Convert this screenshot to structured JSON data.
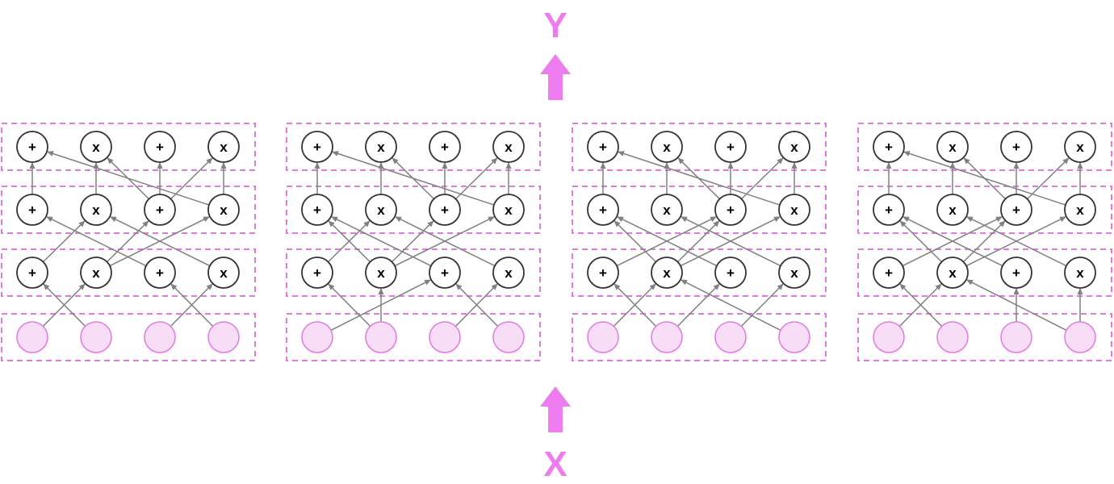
{
  "output_label": "Y",
  "input_label": "X",
  "colors": {
    "accent": "#ee7cee",
    "input_node_fill": "#f8ddf6",
    "input_node_stroke": "#e07ae0",
    "layer_box": "#e07ae0",
    "edge": "#808080",
    "node_stroke": "#333333",
    "text": "#000000"
  },
  "ops_row_order": [
    "+",
    "x",
    "+",
    "x"
  ],
  "blocks": [
    {
      "layers": [
        [
          [
            1,
            0
          ],
          [
            0,
            1
          ],
          [
            3,
            2
          ],
          [
            2,
            3
          ]
        ],
        [
          [
            2,
            0
          ],
          [
            0,
            1
          ],
          [
            3,
            1
          ],
          [
            1,
            2
          ],
          [
            1,
            3
          ]
        ],
        [
          [
            0,
            0
          ],
          [
            3,
            0
          ],
          [
            1,
            1
          ],
          [
            2,
            1
          ],
          [
            2,
            2
          ],
          [
            2,
            3
          ],
          [
            3,
            3
          ]
        ]
      ]
    },
    {
      "layers": [
        [
          [
            1,
            0
          ],
          [
            1,
            1
          ],
          [
            0,
            2
          ],
          [
            3,
            2
          ],
          [
            2,
            3
          ]
        ],
        [
          [
            1,
            0
          ],
          [
            2,
            0
          ],
          [
            0,
            1
          ],
          [
            3,
            1
          ],
          [
            1,
            2
          ],
          [
            1,
            3
          ]
        ],
        [
          [
            0,
            0
          ],
          [
            3,
            0
          ],
          [
            1,
            1
          ],
          [
            2,
            1
          ],
          [
            2,
            2
          ],
          [
            2,
            3
          ],
          [
            3,
            3
          ]
        ]
      ]
    },
    {
      "layers": [
        [
          [
            1,
            0
          ],
          [
            0,
            1
          ],
          [
            3,
            1
          ],
          [
            1,
            2
          ],
          [
            2,
            3
          ]
        ],
        [
          [
            1,
            0
          ],
          [
            2,
            0
          ],
          [
            3,
            1
          ],
          [
            0,
            2
          ],
          [
            1,
            2
          ],
          [
            1,
            3
          ]
        ],
        [
          [
            0,
            0
          ],
          [
            3,
            0
          ],
          [
            1,
            1
          ],
          [
            2,
            1
          ],
          [
            2,
            2
          ],
          [
            2,
            3
          ],
          [
            3,
            3
          ]
        ]
      ]
    },
    {
      "layers": [
        [
          [
            1,
            0
          ],
          [
            0,
            1
          ],
          [
            3,
            1
          ],
          [
            2,
            2
          ],
          [
            3,
            3
          ]
        ],
        [
          [
            1,
            0
          ],
          [
            2,
            0
          ],
          [
            3,
            1
          ],
          [
            0,
            2
          ],
          [
            1,
            2
          ],
          [
            1,
            3
          ]
        ],
        [
          [
            0,
            0
          ],
          [
            3,
            0
          ],
          [
            1,
            1
          ],
          [
            2,
            1
          ],
          [
            2,
            2
          ],
          [
            2,
            3
          ],
          [
            3,
            3
          ]
        ]
      ]
    }
  ]
}
